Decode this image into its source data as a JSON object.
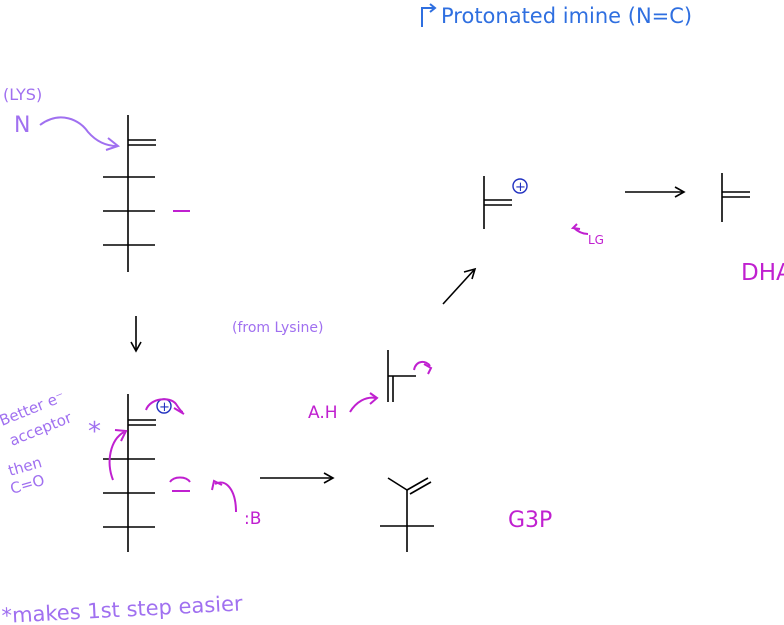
{
  "notes": {
    "protonated_imine": "Protonated imine (N=C)",
    "lys_label": "(LYS)",
    "n_label": "N",
    "from_lysine": "(from Lysine)",
    "acid_label": "A.H",
    "lg_label": "LG",
    "base_label": ":B",
    "better_acceptor": [
      "Better e⁻",
      "acceptor",
      "then",
      "C=O"
    ],
    "star": "*",
    "footnote": "*makes 1st step easier",
    "plus_sign": "+"
  },
  "products": {
    "dhap": "DHAP",
    "g3p": "G3P"
  },
  "colors": {
    "blue": "#2f6fe0",
    "purple": "#a070f0",
    "magenta": "#c020d0",
    "ink": "#000000",
    "charge_blue": "#2030c0"
  }
}
